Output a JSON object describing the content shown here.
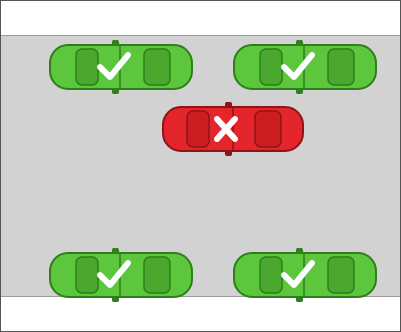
{
  "diagram": {
    "description_kind": "parking-illustration",
    "colors": {
      "pavement": "#d2d2d2",
      "allowed_car": "#5cc63c",
      "allowed_car_dark": "#2f7f1e",
      "not_allowed_car": "#e4252b",
      "not_allowed_car_dark": "#8f1418",
      "mark": "#ffffff"
    },
    "cars": [
      {
        "id": "car-top-left",
        "status": "allowed",
        "mark": "check"
      },
      {
        "id": "car-top-right",
        "status": "allowed",
        "mark": "check"
      },
      {
        "id": "car-middle",
        "status": "not-allowed",
        "mark": "cross"
      },
      {
        "id": "car-bottom-left",
        "status": "allowed",
        "mark": "check"
      },
      {
        "id": "car-bottom-right",
        "status": "allowed",
        "mark": "check"
      }
    ]
  }
}
